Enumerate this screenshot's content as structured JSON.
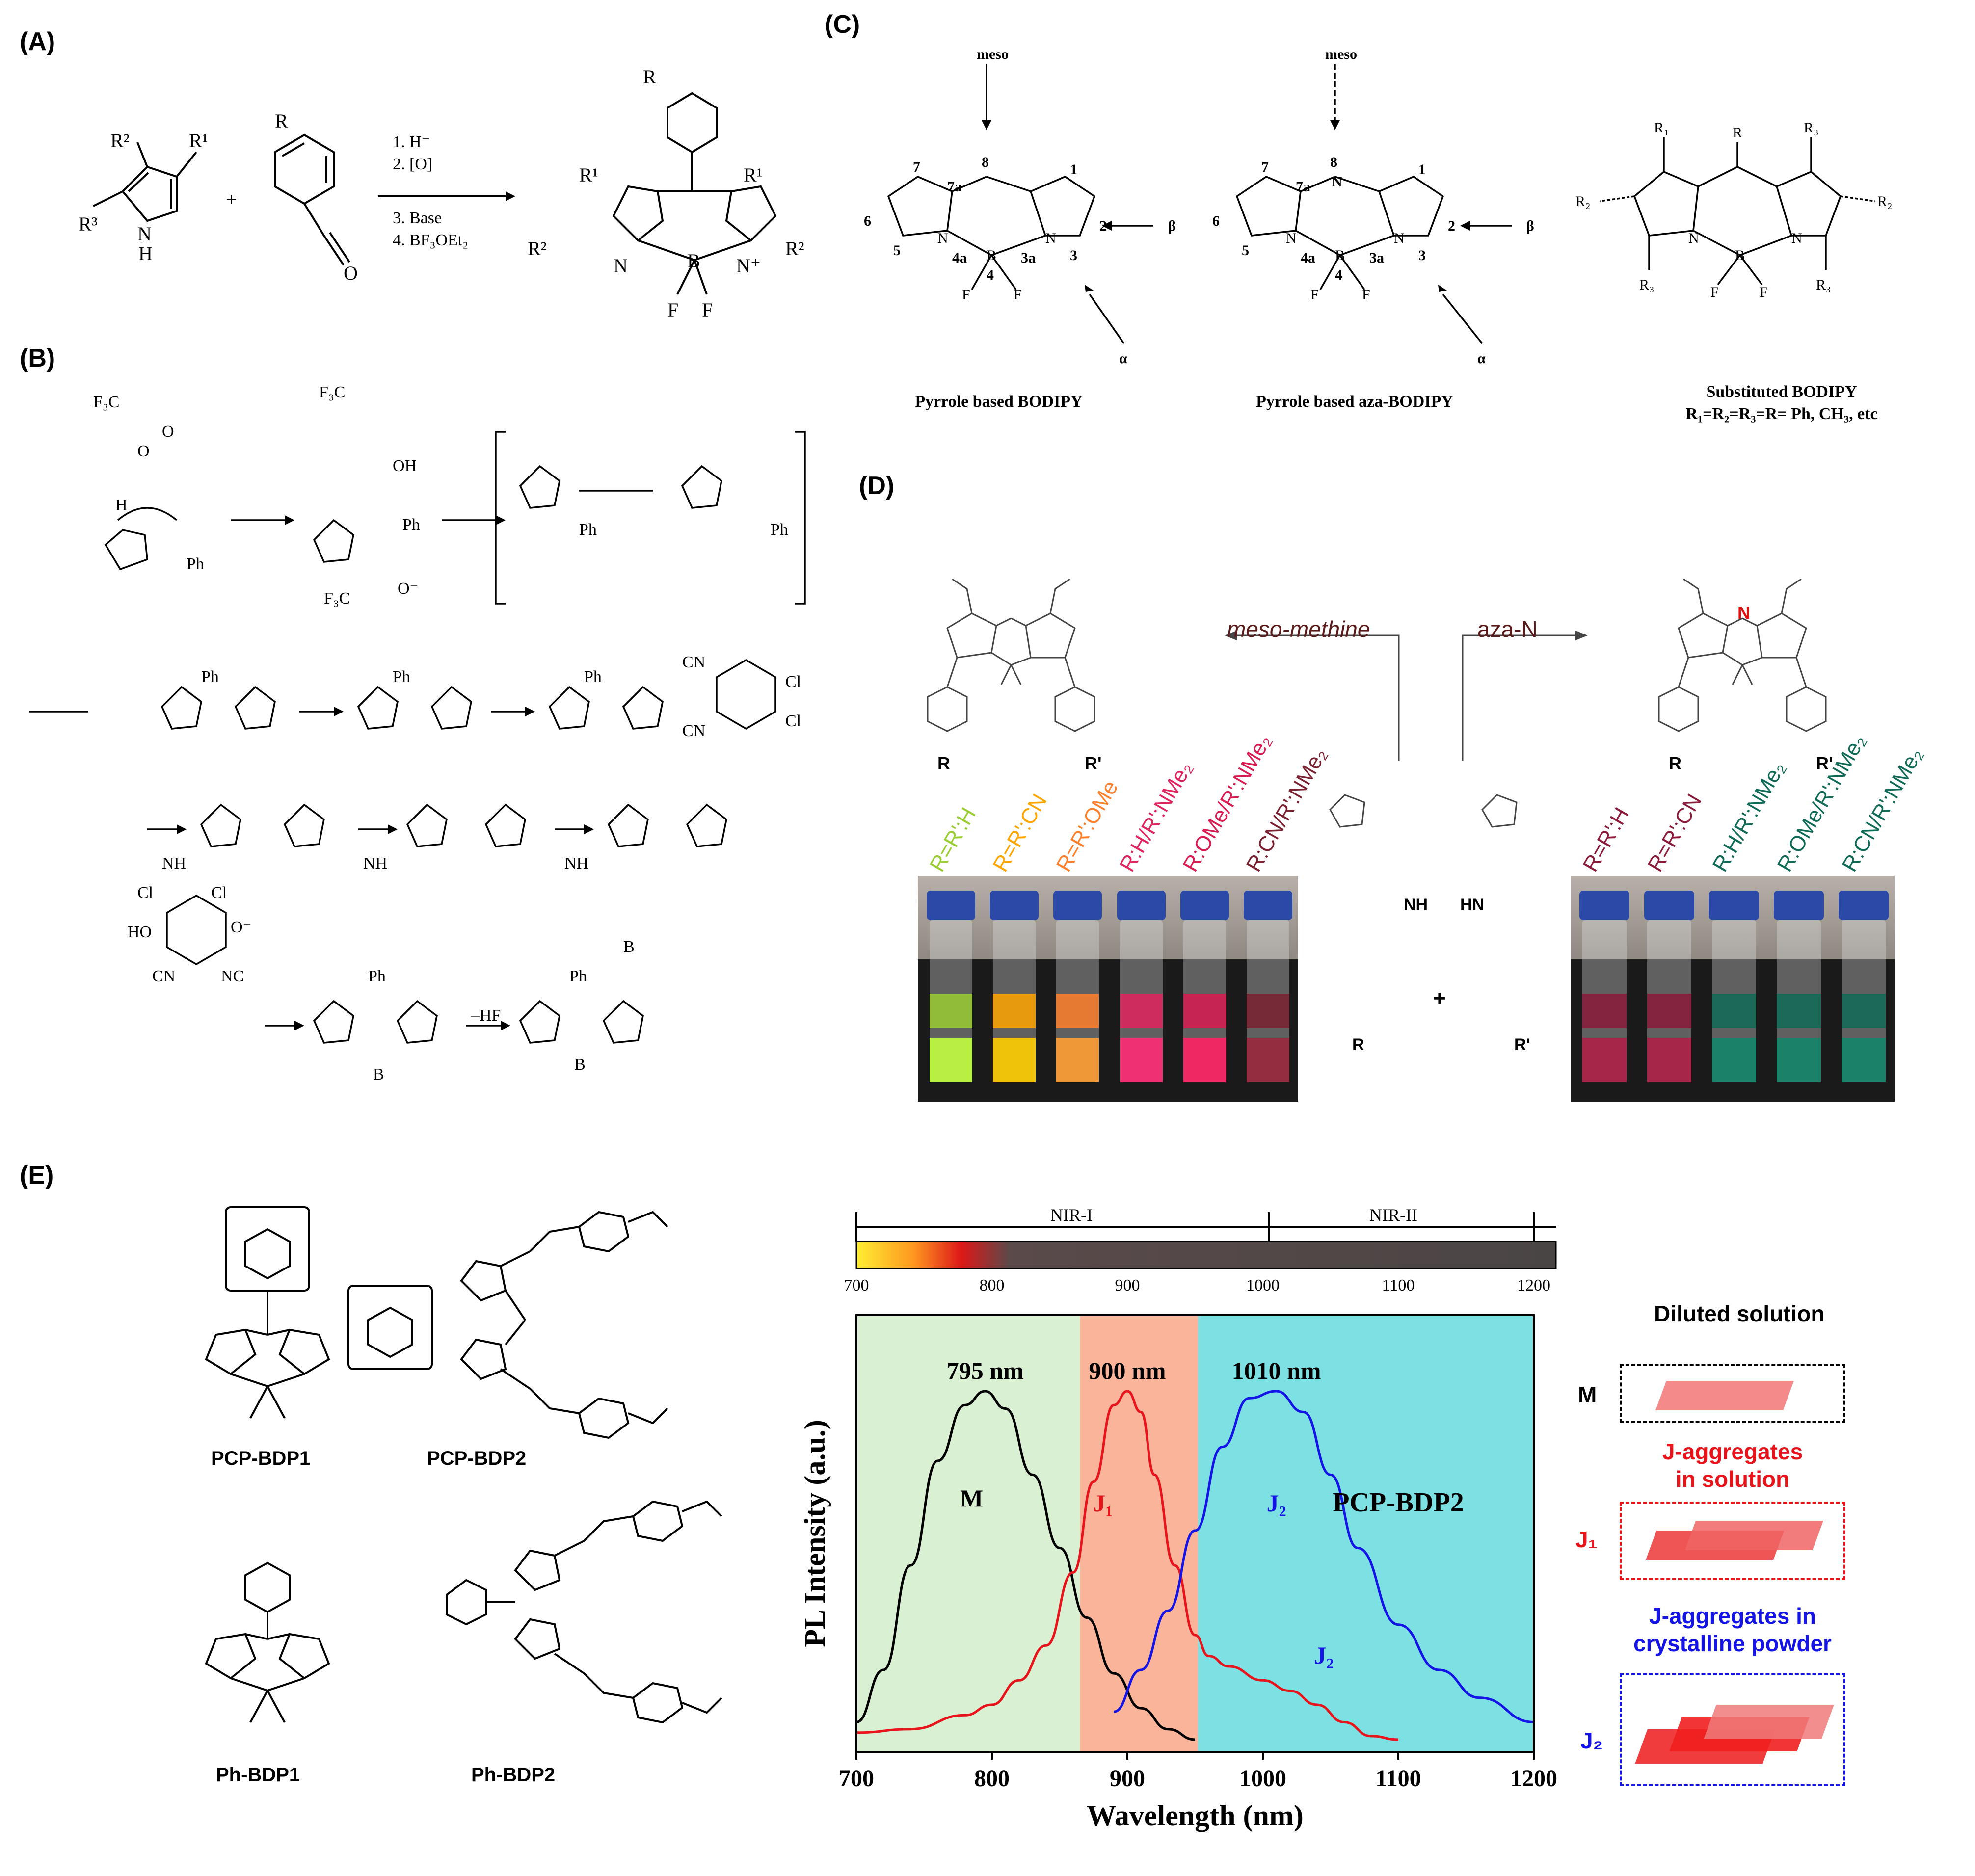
{
  "panels": {
    "A": {
      "label": "(A)",
      "steps": [
        "1. H⁻",
        "2. [O]",
        "3. Base",
        "4. BF₃OEt₂"
      ],
      "substituents": [
        "R¹",
        "R²",
        "R³",
        "R"
      ],
      "plus": "+",
      "atoms": {
        "n": "N",
        "h": "H",
        "o": "O",
        "b": "B",
        "f": "F",
        "nplus": "N⁺"
      }
    },
    "B": {
      "label": "(B)",
      "reagents": {
        "tfa": "F₃C",
        "ph": "Ph",
        "cn": "CN",
        "nc": "NC",
        "cl": "Cl",
        "ho": "HO",
        "oh": "OH",
        "o_minus": "O⁻",
        "nh": "NH",
        "hf": "–HF"
      },
      "atoms": {
        "n": "N",
        "h": "H",
        "o": "O",
        "b": "B",
        "f": "F"
      }
    },
    "C": {
      "label": "(C)",
      "positions": {
        "meso": "meso",
        "beta": "β",
        "alpha": "α"
      },
      "numbers": [
        "1",
        "2",
        "3",
        "3a",
        "4",
        "4a",
        "5",
        "6",
        "7",
        "7a",
        "8"
      ],
      "structures": [
        {
          "caption": "Pyrrole based BODIPY"
        },
        {
          "caption": "Pyrrole based aza-BODIPY"
        },
        {
          "caption": "Substituted  BODIPY",
          "caption2": "R₁=R₂=R₃=R= Ph, CH₃, etc"
        }
      ],
      "subst": {
        "r": "R",
        "r1": "R₁",
        "r2": "R₂",
        "r3": "R₃"
      },
      "atoms": {
        "n": "N",
        "b": "B",
        "f": "F"
      }
    },
    "D": {
      "label": "(D)",
      "arrow_left": "meso-methine",
      "arrow_right": "aza-N",
      "aza_atom": "N",
      "r_labels": {
        "r": "R",
        "rp": "R'",
        "nh": "NH",
        "hn": "HN",
        "plus": "+"
      },
      "vials_left": [
        {
          "label": "R=R':H",
          "color": "#9acd32"
        },
        {
          "label": "R=R':CN",
          "color": "#ffa500"
        },
        {
          "label": "R=R':OMe",
          "color": "#ff7f2a"
        },
        {
          "label": "R:H/R':NMe₂",
          "color": "#e0245e"
        },
        {
          "label": "R:OMe/R':NMe₂",
          "color": "#d81b50"
        },
        {
          "label": "R:CN/R':NMe₂",
          "color": "#7a2030"
        }
      ],
      "vials_right": [
        {
          "label": "R=R':H",
          "color": "#8b1a3a"
        },
        {
          "label": "R=R':CN",
          "color": "#8b1a3a"
        },
        {
          "label": "R:H/R':NMe₂",
          "color": "#0f6b55"
        },
        {
          "label": "R:OMe/R':NMe₂",
          "color": "#0f6b55"
        },
        {
          "label": "R:CN/R':NMe₂",
          "color": "#0f6b55"
        }
      ]
    },
    "E": {
      "label": "(E)",
      "molecules": [
        "PCP-BDP1",
        "PCP-BDP2",
        "Ph-BDP1",
        "Ph-BDP2"
      ],
      "spectrum_bar": {
        "regions": [
          "NIR-I",
          "NIR-II"
        ],
        "ticks": [
          "700",
          "800",
          "900",
          "1000",
          "1100",
          "1200"
        ]
      },
      "legend": {
        "m_title": "Diluted solution",
        "m_tag": "M",
        "j1_title_1": "J-aggregates",
        "j1_title_2": "in solution",
        "j1_tag": "J₁",
        "j2_title_1": "J-aggregates in",
        "j2_title_2": "crystalline powder",
        "j2_tag": "J₂"
      }
    }
  },
  "chart_data": {
    "type": "line",
    "xlabel": "Wavelength (nm)",
    "ylabel": "PL Intensity (a.u.)",
    "xlim": [
      700,
      1200
    ],
    "xticks": [
      "700",
      "800",
      "900",
      "1000",
      "1100",
      "1200"
    ],
    "bands": [
      {
        "from": 700,
        "to": 865,
        "color": "#d9f0d3"
      },
      {
        "from": 865,
        "to": 952,
        "color": "#f9b49a"
      },
      {
        "from": 952,
        "to": 1200,
        "color": "#7de0e3"
      }
    ],
    "peak_labels": [
      {
        "text": "795 nm",
        "x": 795
      },
      {
        "text": "900 nm",
        "x": 900
      },
      {
        "text": "1010 nm",
        "x": 1010
      }
    ],
    "annotation": "PCP-BDP2",
    "series": [
      {
        "name": "M",
        "color": "#000000",
        "x": [
          700,
          720,
          740,
          760,
          780,
          795,
          810,
          830,
          850,
          870,
          890,
          910,
          930,
          950
        ],
        "y": [
          0.05,
          0.2,
          0.5,
          0.8,
          0.96,
          1.0,
          0.95,
          0.76,
          0.55,
          0.35,
          0.19,
          0.09,
          0.03,
          0.0
        ]
      },
      {
        "name": "J₁",
        "color": "#e8141c",
        "x": [
          700,
          740,
          780,
          800,
          820,
          840,
          860,
          875,
          890,
          900,
          910,
          920,
          935,
          950,
          960,
          975,
          1000,
          1020,
          1040,
          1060,
          1080,
          1100
        ],
        "y": [
          0.02,
          0.03,
          0.07,
          0.1,
          0.17,
          0.27,
          0.48,
          0.74,
          0.96,
          1.0,
          0.94,
          0.76,
          0.5,
          0.3,
          0.24,
          0.21,
          0.17,
          0.14,
          0.1,
          0.05,
          0.01,
          0.0
        ]
      },
      {
        "name": "J₂",
        "color": "#1414e6",
        "x": [
          890,
          910,
          930,
          950,
          970,
          990,
          1010,
          1030,
          1050,
          1070,
          1100,
          1130,
          1160,
          1200
        ],
        "y": [
          0.08,
          0.2,
          0.37,
          0.6,
          0.84,
          0.98,
          1.0,
          0.94,
          0.76,
          0.55,
          0.33,
          0.2,
          0.12,
          0.05
        ]
      }
    ],
    "series_labels": [
      {
        "text": "M",
        "x": 785
      },
      {
        "text": "J₁",
        "x": 882
      },
      {
        "text": "J₂",
        "x": 1010
      },
      {
        "text": "J₂",
        "x": 1045
      }
    ]
  }
}
